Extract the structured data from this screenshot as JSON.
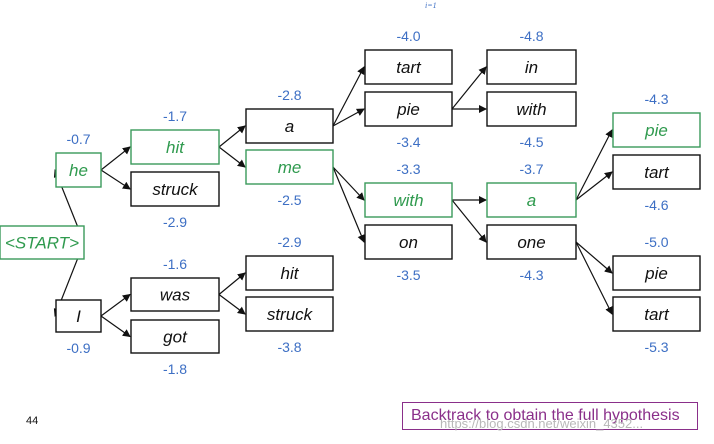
{
  "header_formula": "i=1",
  "slide_number": "44",
  "callout": "Backtrack to obtain the full hypothesis",
  "watermark": "https://blog.csdn.net/weixin_4352...",
  "colors": {
    "best": "#2f9a4e",
    "score": "#3d6fc4",
    "callout": "#8a2f8a",
    "normal": "#111111"
  },
  "nodes": [
    {
      "id": "start",
      "label": "<START>",
      "best": true
    },
    {
      "id": "he",
      "label": "he",
      "score": "-0.7",
      "best": true
    },
    {
      "id": "I",
      "label": "I",
      "score": "-0.9"
    },
    {
      "id": "hit1",
      "label": "hit",
      "score": "-1.7",
      "best": true
    },
    {
      "id": "struck1",
      "label": "struck",
      "score": "-2.9"
    },
    {
      "id": "was",
      "label": "was",
      "score": "-1.6"
    },
    {
      "id": "got",
      "label": "got",
      "score": "-1.8"
    },
    {
      "id": "a1",
      "label": "a",
      "score": "-2.8"
    },
    {
      "id": "me",
      "label": "me",
      "score": "-2.5",
      "best": true
    },
    {
      "id": "hit2",
      "label": "hit",
      "score": "-2.9"
    },
    {
      "id": "struck2",
      "label": "struck",
      "score": "-3.8"
    },
    {
      "id": "tart1",
      "label": "tart",
      "score": "-4.0"
    },
    {
      "id": "pie1",
      "label": "pie",
      "score": "-3.4"
    },
    {
      "id": "with1",
      "label": "with",
      "score": "-3.3",
      "best": true
    },
    {
      "id": "on",
      "label": "on",
      "score": "-3.5"
    },
    {
      "id": "in",
      "label": "in",
      "score": "-4.8"
    },
    {
      "id": "with2",
      "label": "with",
      "score": "-4.5"
    },
    {
      "id": "a2",
      "label": "a",
      "score": "-3.7",
      "best": true
    },
    {
      "id": "one",
      "label": "one",
      "score": "-4.3"
    },
    {
      "id": "pie2",
      "label": "pie",
      "score": "-4.3",
      "best": true
    },
    {
      "id": "tart2",
      "label": "tart",
      "score": "-4.6"
    },
    {
      "id": "pie3",
      "label": "pie",
      "score": "-5.0"
    },
    {
      "id": "tart3",
      "label": "tart",
      "score": "-5.3"
    }
  ],
  "edges": [
    [
      "start",
      "he"
    ],
    [
      "start",
      "I"
    ],
    [
      "he",
      "hit1"
    ],
    [
      "he",
      "struck1"
    ],
    [
      "I",
      "was"
    ],
    [
      "I",
      "got"
    ],
    [
      "hit1",
      "a1"
    ],
    [
      "hit1",
      "me"
    ],
    [
      "was",
      "hit2"
    ],
    [
      "was",
      "struck2"
    ],
    [
      "a1",
      "tart1"
    ],
    [
      "a1",
      "pie1"
    ],
    [
      "me",
      "with1"
    ],
    [
      "me",
      "on"
    ],
    [
      "pie1",
      "in"
    ],
    [
      "pie1",
      "with2"
    ],
    [
      "with1",
      "a2"
    ],
    [
      "with1",
      "one"
    ],
    [
      "a2",
      "pie2"
    ],
    [
      "a2",
      "tart2"
    ],
    [
      "one",
      "pie3"
    ],
    [
      "one",
      "tart3"
    ]
  ]
}
